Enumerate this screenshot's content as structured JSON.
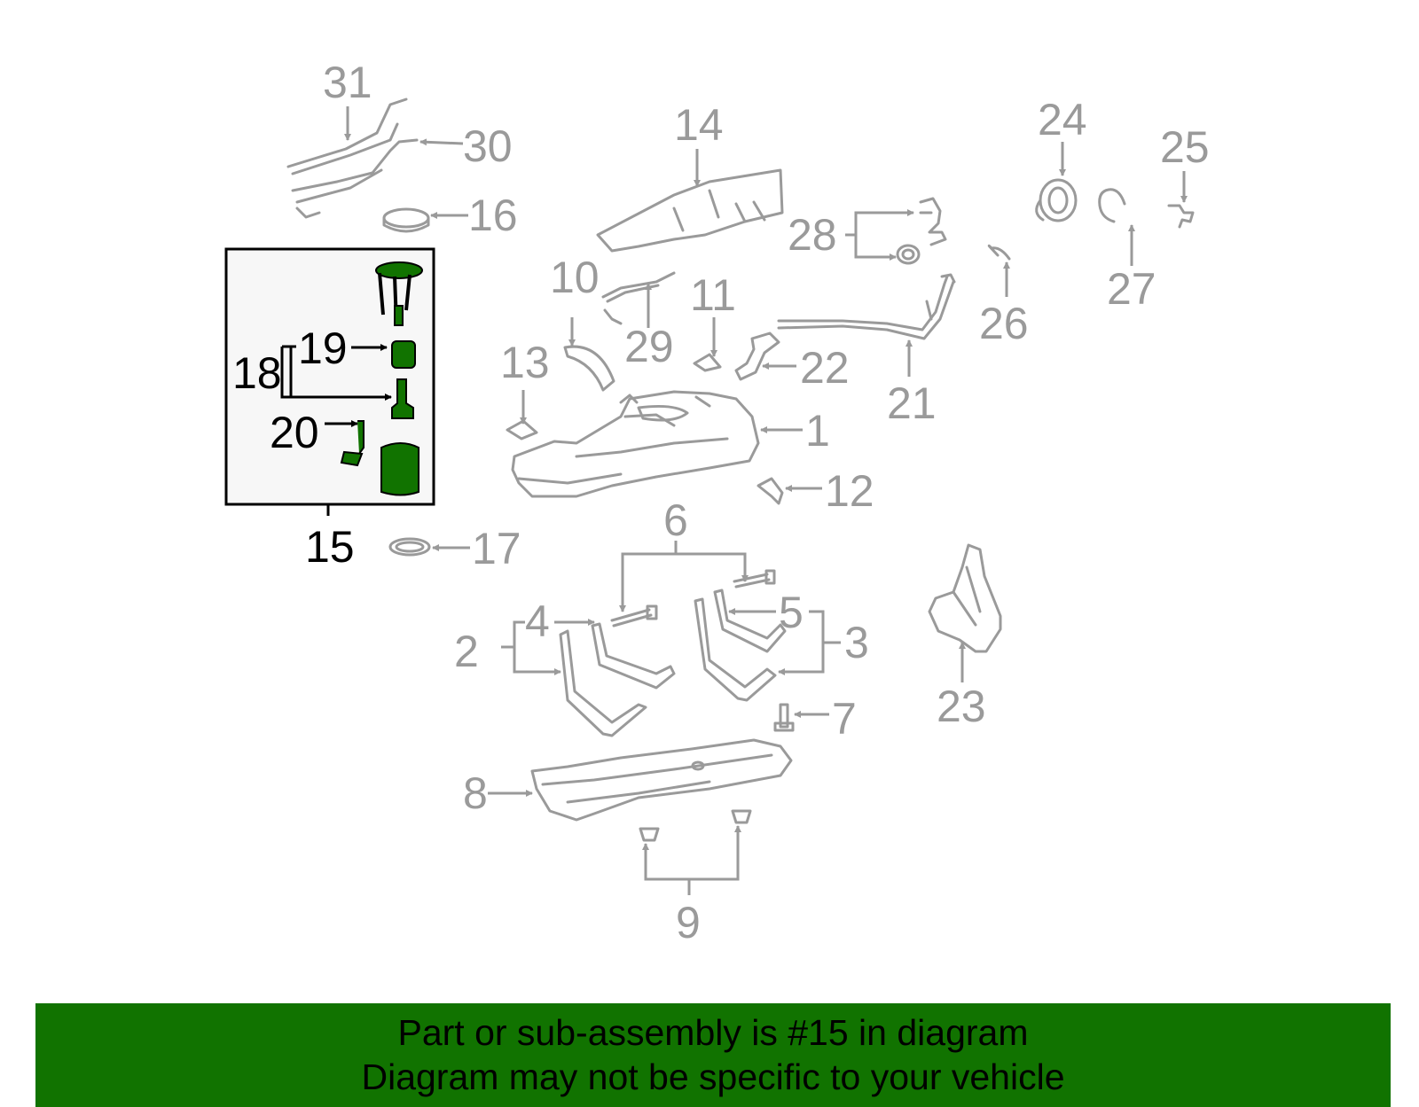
{
  "diagram": {
    "highlight_color": "#117300",
    "callouts": {
      "c1": "1",
      "c2": "2",
      "c3": "3",
      "c4": "4",
      "c5": "5",
      "c6": "6",
      "c7": "7",
      "c8": "8",
      "c9": "9",
      "c10": "10",
      "c11": "11",
      "c12": "12",
      "c13": "13",
      "c14": "14",
      "c15": "15",
      "c16": "16",
      "c17": "17",
      "c18": "18",
      "c19": "19",
      "c20": "20",
      "c21": "21",
      "c22": "22",
      "c23": "23",
      "c24": "24",
      "c25": "25",
      "c26": "26",
      "c27": "27",
      "c28": "28",
      "c29": "29",
      "c30": "30",
      "c31": "31"
    }
  },
  "banner": {
    "line1": "Part or sub-assembly is #15 in diagram",
    "line2": "Diagram may not be specific to your vehicle"
  }
}
